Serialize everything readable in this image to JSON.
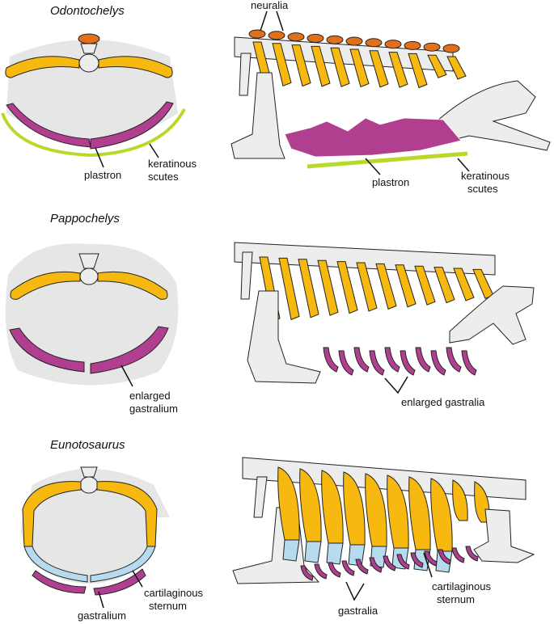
{
  "colors": {
    "rib": "#f7b90f",
    "neuralia": "#e2701b",
    "plastron": "#b03f90",
    "scutes": "#b7d928",
    "cartilage": "#b6dbee",
    "bone": "#ededed",
    "shell_shadow": "#e6e6e6",
    "outline": "#222222"
  },
  "panels": [
    {
      "taxon": "Odontochelys",
      "labels": {
        "neuralia": "neuralia",
        "plastron_cross": "plastron",
        "scutes_cross_1": "keratinous",
        "scutes_cross_2": "scutes",
        "plastron_side": "plastron",
        "scutes_side_1": "keratinous",
        "scutes_side_2": "scutes"
      }
    },
    {
      "taxon": "Pappochelys",
      "labels": {
        "gastralium_1": "enlarged",
        "gastralium_2": "gastralium",
        "gastralia_side": "enlarged gastralia"
      }
    },
    {
      "taxon": "Eunotosaurus",
      "labels": {
        "gastralium_cross": "gastralium",
        "sternum_cross_1": "cartilaginous",
        "sternum_cross_2": "sternum",
        "gastralia_side": "gastralia",
        "sternum_side_1": "cartilaginous",
        "sternum_side_2": "sternum"
      }
    }
  ]
}
